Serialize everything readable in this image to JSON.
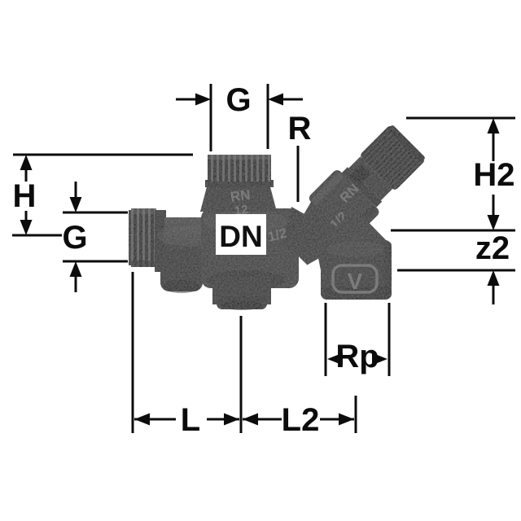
{
  "drawing": {
    "type": "technical-dimension-drawing",
    "subject": "angle valve with pressure relief head",
    "background_color": "#ffffff",
    "line_color": "#0c0c0c",
    "body_color": "#333333",
    "label_box_color": "#ffffff"
  },
  "dimension_labels": {
    "g_top": "G",
    "r": "R",
    "h2": "H2",
    "z2": "z2",
    "h": "H",
    "g_left": "G",
    "rp": "Rp",
    "l": "L",
    "l2": "L2"
  },
  "part_labels": {
    "dn": "DN"
  },
  "cast_marks": {
    "riser_upper": "RN",
    "riser_lower": "12",
    "body_right": "1/2",
    "relief_upper": "RN",
    "relief_lower": "1/2",
    "socket_emblem": "V"
  }
}
